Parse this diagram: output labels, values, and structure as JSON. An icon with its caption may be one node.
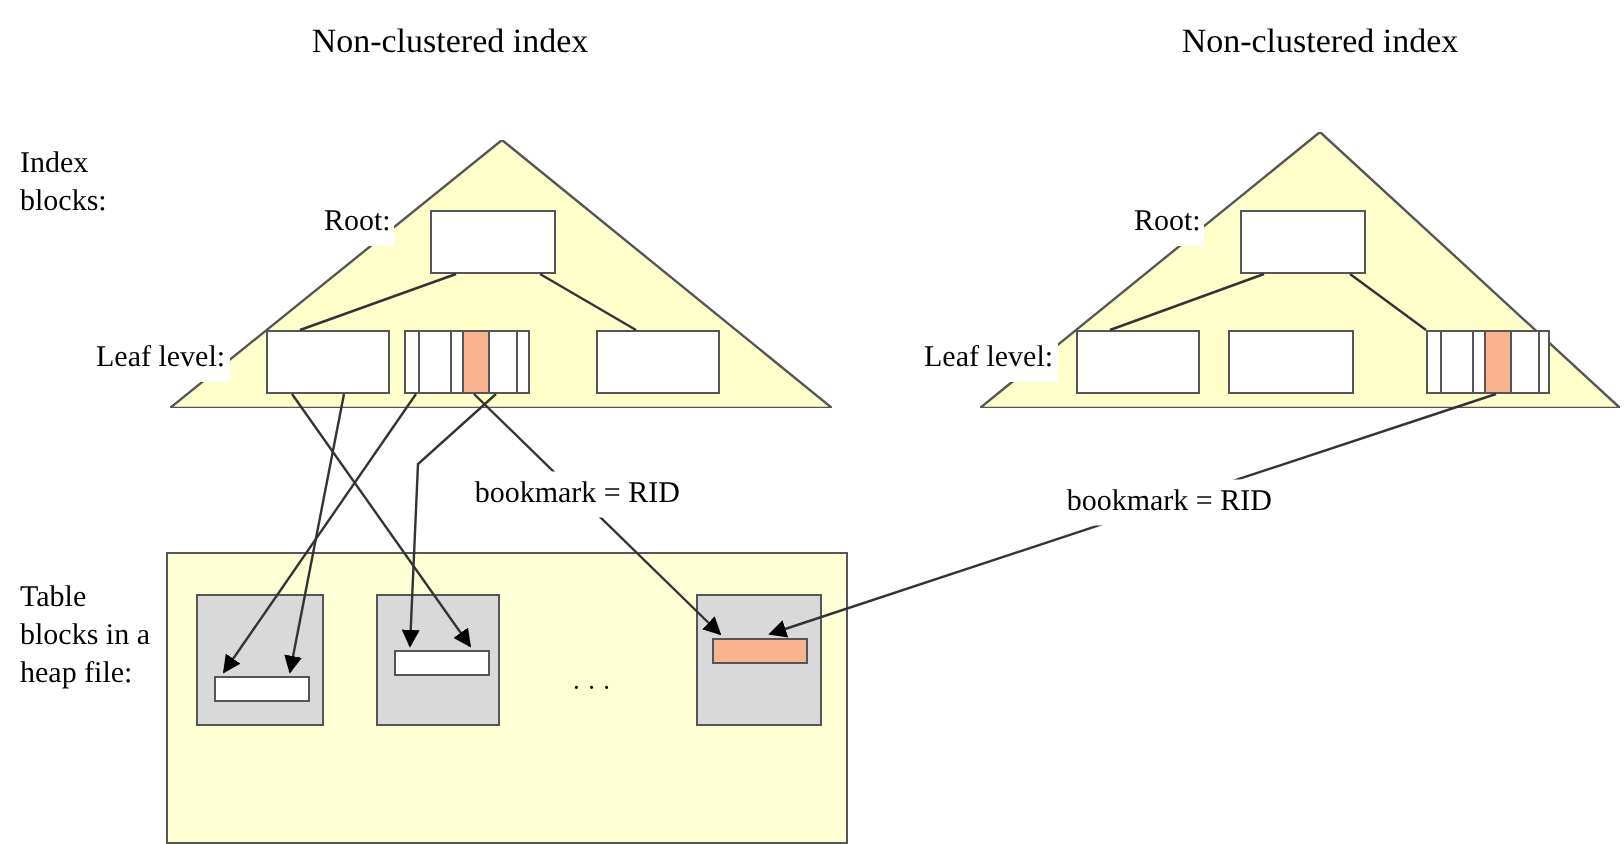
{
  "diagram": {
    "nodes": [
      {
        "text": [],
        "shape": "triangle"
      },
      {
        "text": [],
        "shape": "box",
        "in": 0
      },
      {
        "text": [],
        "shape": "box",
        "in": 0
      },
      {
        "text": [],
        "shape": "box",
        "in": 0
      },
      {
        "text": [],
        "shape": "box",
        "in": 0
      },
      {
        "text": [],
        "shape": "triangle"
      },
      {
        "text": [],
        "shape": "box",
        "in": 5
      },
      {
        "text": [],
        "shape": "box",
        "in": 5
      },
      {
        "text": [],
        "shape": "box",
        "in": 5
      },
      {
        "text": [],
        "shape": "box",
        "in": 5
      },
      {
        "text": [],
        "shape": "box"
      },
      {
        "text": [],
        "shape": "box",
        "in": 10
      },
      {
        "text": [],
        "shape": "bar",
        "in": 11
      },
      {
        "text": [],
        "shape": "box",
        "in": 10
      },
      {
        "text": [],
        "shape": "bar",
        "in": 13
      },
      {
        "text": [],
        "shape": "box",
        "in": 10
      },
      {
        "text": [],
        "shape": "bar",
        "in": 15
      }
    ],
    "edges": [
      {
        "from": 1,
        "to": 2,
        "arrow": "none"
      },
      {
        "from": 1,
        "to": 4,
        "arrow": "none"
      },
      {
        "from": 2,
        "to": 12,
        "arrow": "to"
      },
      {
        "from": 2,
        "to": 14,
        "arrow": "to"
      },
      {
        "from": 3,
        "to": 12,
        "arrow": "to"
      },
      {
        "from": 3,
        "to": 14,
        "arrow": "to"
      },
      {
        "from": 3,
        "to": 16,
        "label": "bookmark = RID",
        "arrow": "to"
      },
      {
        "from": 6,
        "to": 7,
        "arrow": "none"
      },
      {
        "from": 6,
        "to": 9,
        "arrow": "none"
      },
      {
        "from": 9,
        "to": 16,
        "label": "bookmark = RID",
        "arrow": "to"
      }
    ],
    "labels": [
      "Non-clustered index",
      "Non-clustered index",
      "Index blocks:",
      "Root:",
      "Leaf level:",
      "Root:",
      "Leaf level:",
      "Table blocks in a heap file:",
      "· · ·"
    ]
  }
}
